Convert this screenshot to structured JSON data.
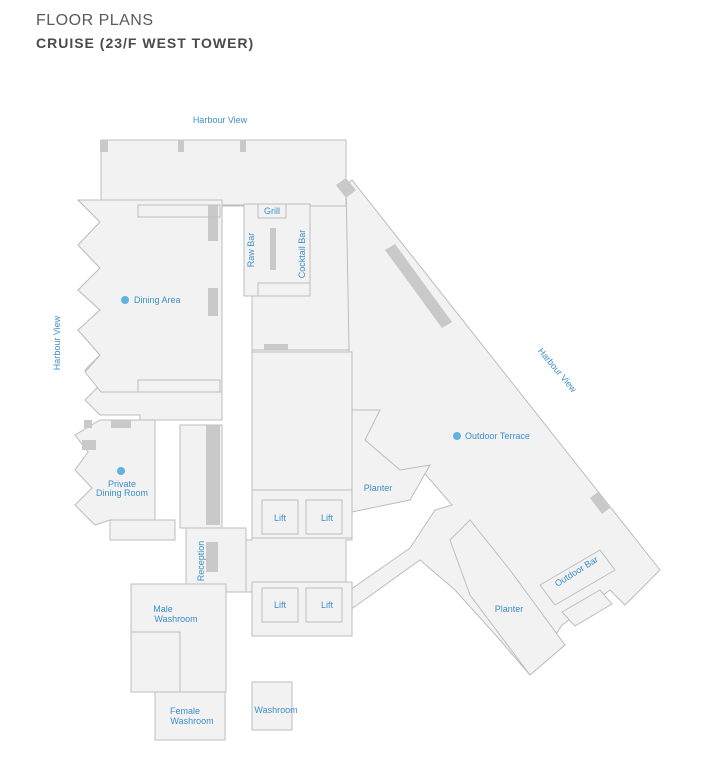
{
  "header": {
    "title": "FLOOR PLANS",
    "subtitle": "CRUISE (23/F WEST TOWER)"
  },
  "colors": {
    "label": "#3d8fc9",
    "marker": "#5fb3e0",
    "floor": "#f2f2f2",
    "wall": "#bdbdbd"
  },
  "labels": {
    "harbour_view_top": "Harbour View",
    "harbour_view_left": "Harbour View",
    "harbour_view_right": "Harbour View",
    "dining_area": "Dining Area",
    "grill": "Grill",
    "raw_bar": "Raw Bar",
    "cocktail_bar": "Cocktail Bar",
    "outdoor_terrace": "Outdoor Terrace",
    "planter_1": "Planter",
    "planter_2": "Planter",
    "private_dining_1": "Private",
    "private_dining_2": "Dining Room",
    "lift_1": "Lift",
    "lift_2": "Lift",
    "lift_3": "Lift",
    "lift_4": "Lift",
    "reception": "Reception",
    "male_washroom_1": "Male",
    "male_washroom_2": "Washroom",
    "female_washroom_1": "Female",
    "female_washroom_2": "Washroom",
    "washroom": "Washroom",
    "outdoor_bar": "Outdoor Bar"
  }
}
